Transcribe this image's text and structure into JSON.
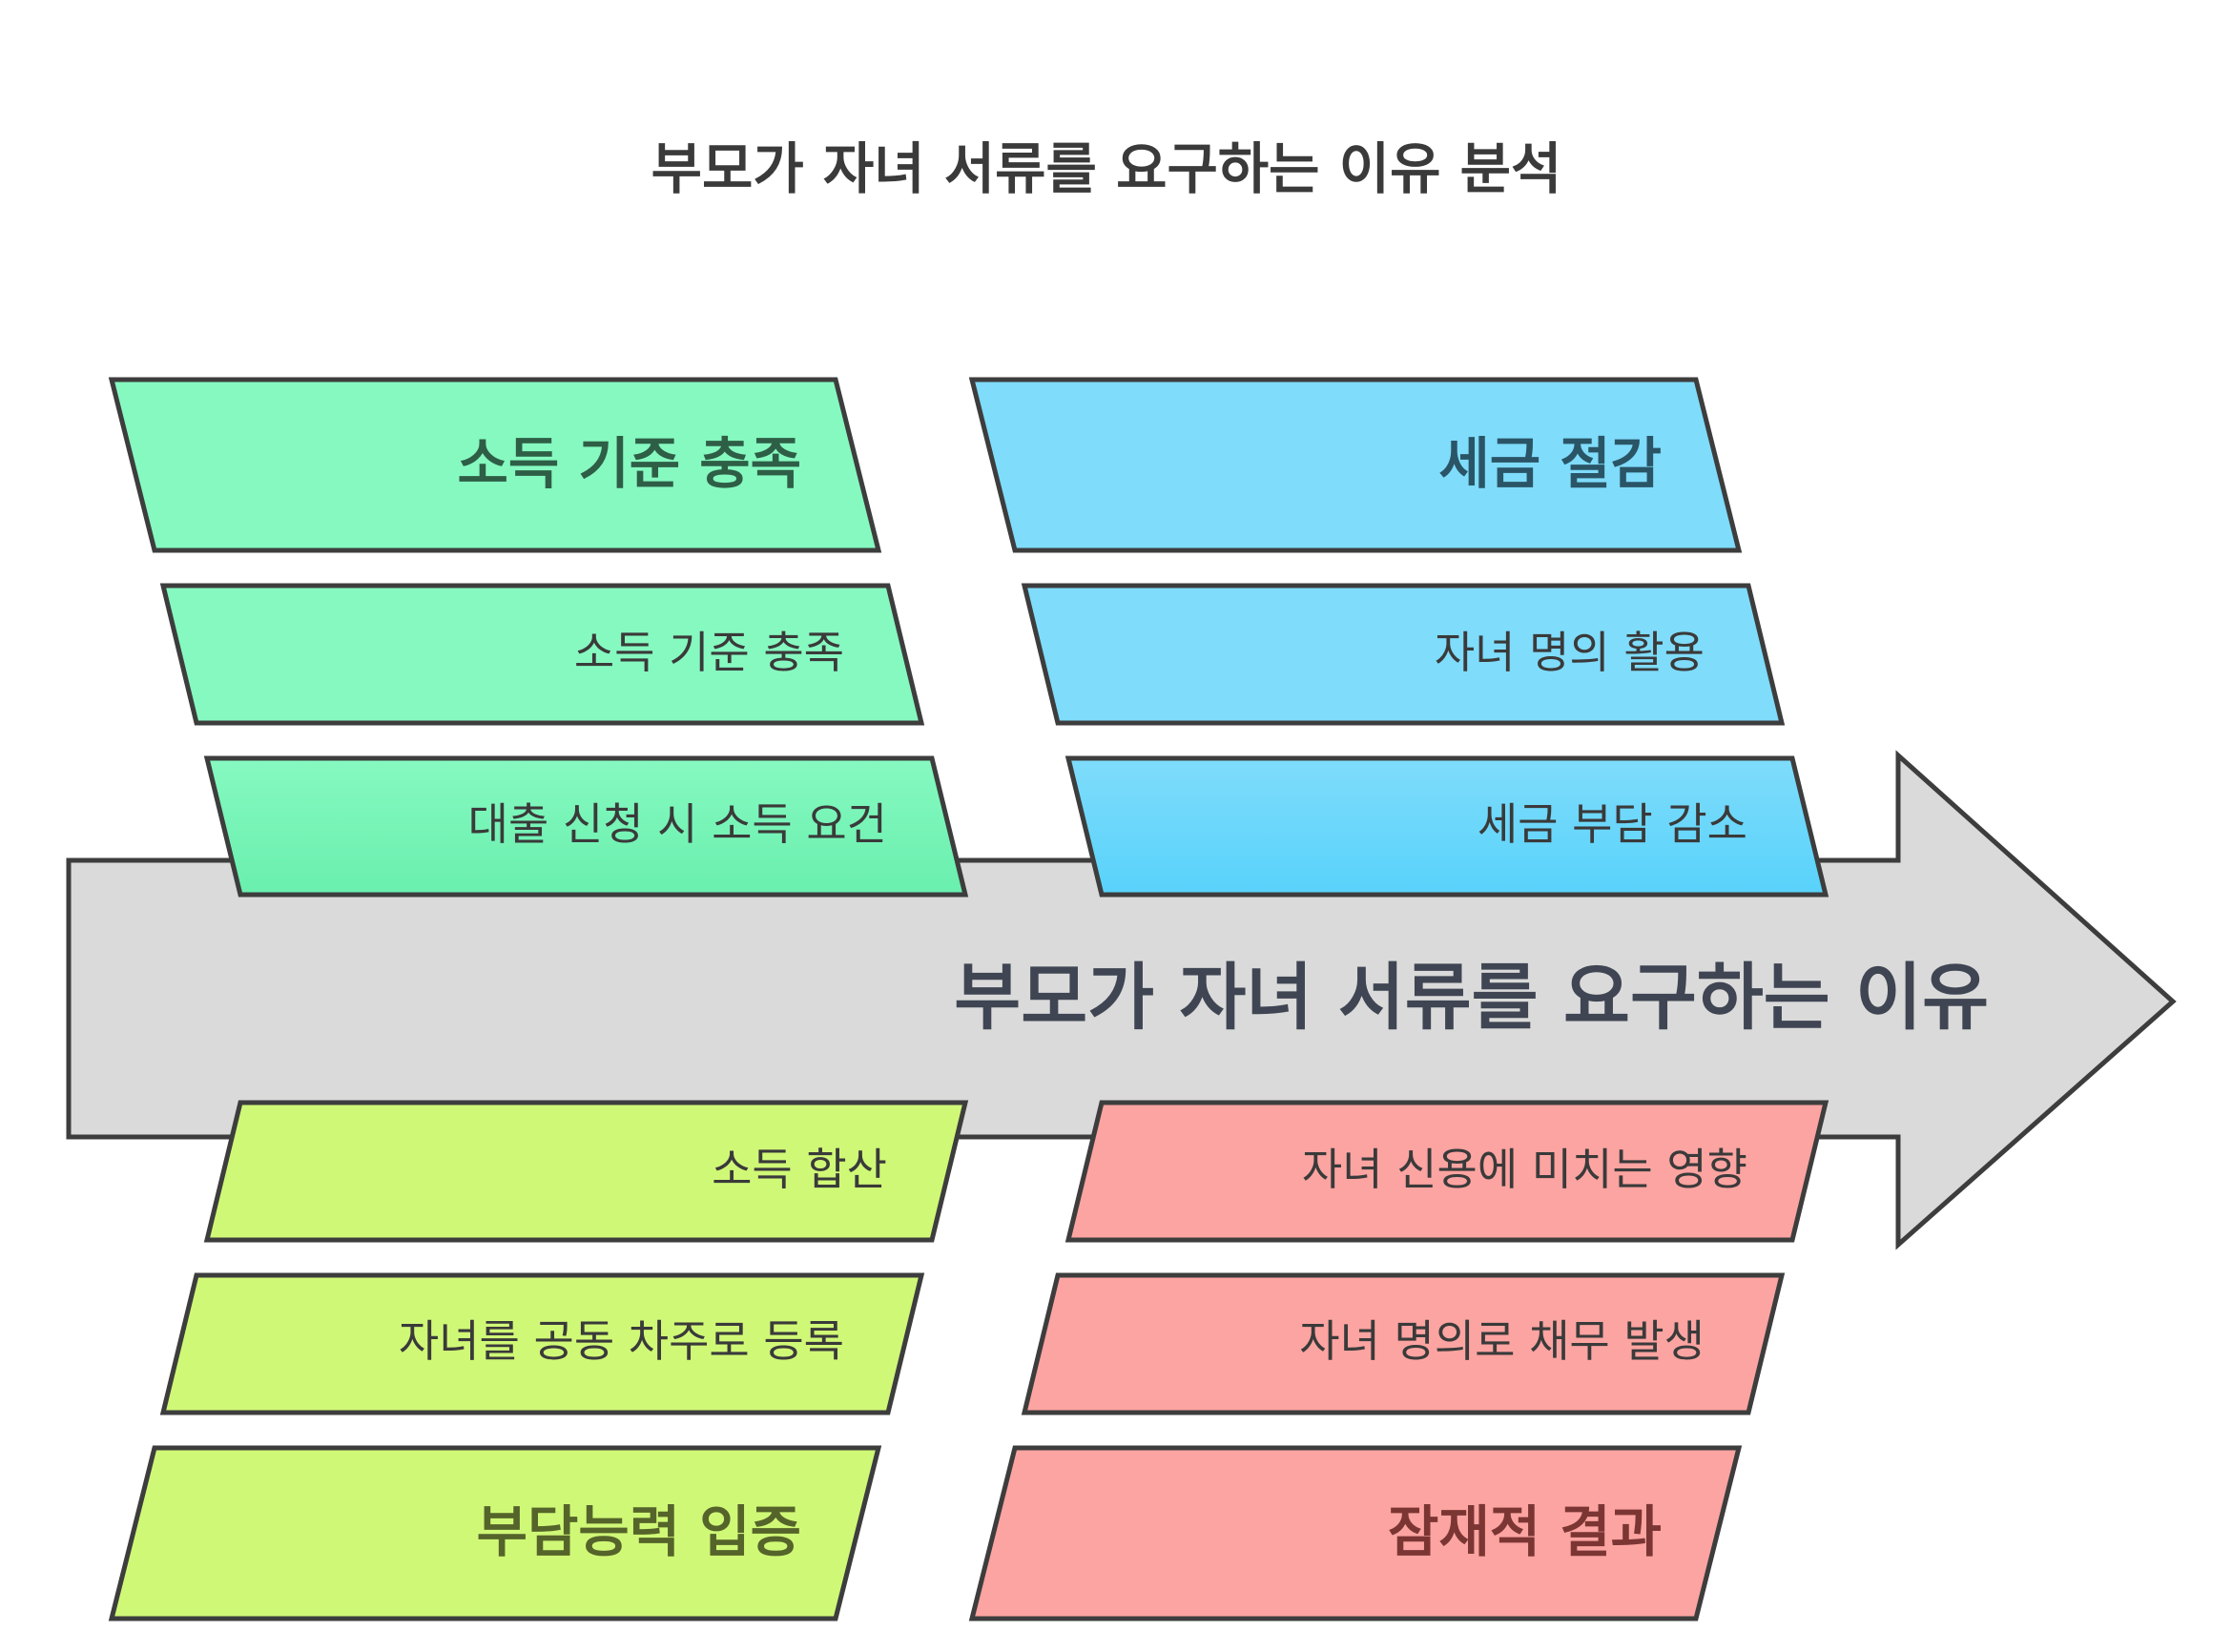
{
  "title": "부모가 자녀 서류를 요구하는 이유 분석",
  "spine": {
    "label": "부모가 자녀 서류를 요구하는 이유"
  },
  "branches": {
    "income": {
      "heading": "소득 기준 충족",
      "color": "#86f9c0",
      "text_color": "#2e5e46",
      "items": [
        "소득 기준 충족",
        "대출 신청 시 소득 요건"
      ]
    },
    "tax": {
      "heading": "세금 절감",
      "color": "#7fdcfb",
      "text_color": "#2a5566",
      "items": [
        "자녀 명의 활용",
        "세금 부담 감소"
      ]
    },
    "ability": {
      "heading": "부담능력 입증",
      "color": "#d0f877",
      "text_color": "#55642a",
      "items": [
        "소득 합산",
        "자녀를 공동 차주로 등록"
      ]
    },
    "results": {
      "heading": "잠재적 결과",
      "color": "#fca4a1",
      "text_color": "#7b3634",
      "items": [
        "자녀 신용에 미치는 영향",
        "자녀 명의로 채무 발생"
      ]
    }
  }
}
